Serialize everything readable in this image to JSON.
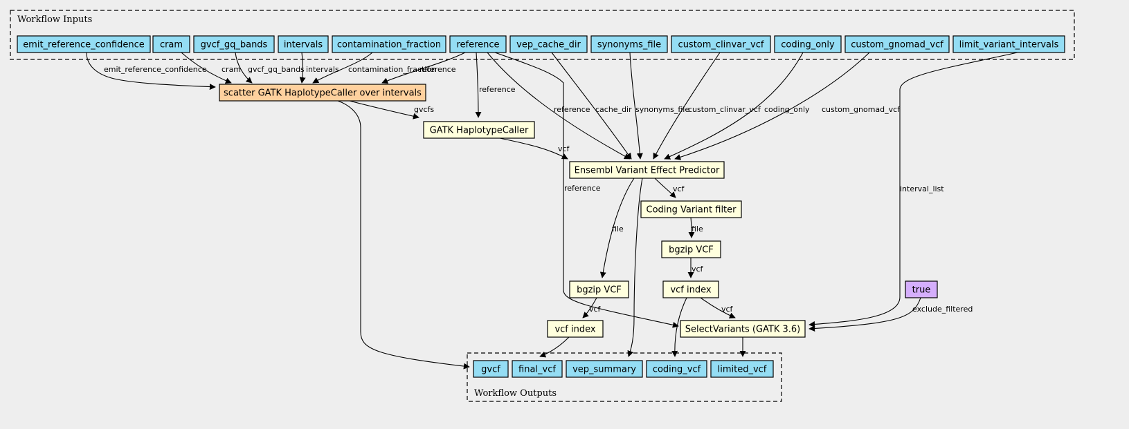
{
  "colors": {
    "background": "#eeeeee",
    "input": "#94ddf4",
    "step": "#ffffdd",
    "scatter": "#ffd19e",
    "default": "#d5aefc"
  },
  "clusters": [
    {
      "id": "inputs",
      "label": "Workflow Inputs"
    },
    {
      "id": "outputs",
      "label": "Workflow Outputs"
    }
  ],
  "nodes": [
    {
      "id": "emit_reference_confidence",
      "label": "emit_reference_confidence",
      "kind": "input"
    },
    {
      "id": "cram",
      "label": "cram",
      "kind": "input"
    },
    {
      "id": "gvcf_gq_bands",
      "label": "gvcf_gq_bands",
      "kind": "input"
    },
    {
      "id": "intervals",
      "label": "intervals",
      "kind": "input"
    },
    {
      "id": "contamination_fraction",
      "label": "contamination_fraction",
      "kind": "input"
    },
    {
      "id": "reference",
      "label": "reference",
      "kind": "input"
    },
    {
      "id": "vep_cache_dir",
      "label": "vep_cache_dir",
      "kind": "input"
    },
    {
      "id": "synonyms_file",
      "label": "synonyms_file",
      "kind": "input"
    },
    {
      "id": "custom_clinvar_vcf",
      "label": "custom_clinvar_vcf",
      "kind": "input"
    },
    {
      "id": "coding_only",
      "label": "coding_only",
      "kind": "input"
    },
    {
      "id": "custom_gnomad_vcf",
      "label": "custom_gnomad_vcf",
      "kind": "input"
    },
    {
      "id": "limit_variant_intervals",
      "label": "limit_variant_intervals",
      "kind": "input"
    },
    {
      "id": "scatter",
      "label": "scatter GATK HaplotypeCaller over intervals",
      "kind": "scatter"
    },
    {
      "id": "haplotypecaller",
      "label": "GATK HaplotypeCaller",
      "kind": "step"
    },
    {
      "id": "vep",
      "label": "Ensembl Variant Effect Predictor",
      "kind": "step"
    },
    {
      "id": "coding_filter",
      "label": "Coding Variant filter",
      "kind": "step"
    },
    {
      "id": "bgzip_coding",
      "label": "bgzip VCF",
      "kind": "step"
    },
    {
      "id": "index_coding",
      "label": "vcf index",
      "kind": "step"
    },
    {
      "id": "bgzip_final",
      "label": "bgzip VCF",
      "kind": "step"
    },
    {
      "id": "index_final",
      "label": "vcf index",
      "kind": "step"
    },
    {
      "id": "true_default",
      "label": "true",
      "kind": "default"
    },
    {
      "id": "selectvariants",
      "label": "SelectVariants (GATK 3.6)",
      "kind": "step"
    },
    {
      "id": "out_gvcf",
      "label": "gvcf",
      "kind": "input"
    },
    {
      "id": "out_final_vcf",
      "label": "final_vcf",
      "kind": "input"
    },
    {
      "id": "out_vep_summary",
      "label": "vep_summary",
      "kind": "input"
    },
    {
      "id": "out_coding_vcf",
      "label": "coding_vcf",
      "kind": "input"
    },
    {
      "id": "out_limited_vcf",
      "label": "limited_vcf",
      "kind": "input"
    }
  ],
  "edges": [
    {
      "from": "emit_reference_confidence",
      "to": "scatter",
      "label": "emit_reference_confidence"
    },
    {
      "from": "cram",
      "to": "scatter",
      "label": "cram"
    },
    {
      "from": "gvcf_gq_bands",
      "to": "scatter",
      "label": "gvcf_gq_bands"
    },
    {
      "from": "intervals",
      "to": "scatter",
      "label": "intervals"
    },
    {
      "from": "contamination_fraction",
      "to": "scatter",
      "label": "contamination_fraction"
    },
    {
      "from": "reference",
      "to": "scatter",
      "label": "reference"
    },
    {
      "from": "reference",
      "to": "haplotypecaller",
      "label": "reference"
    },
    {
      "from": "reference",
      "to": "vep",
      "label": "reference"
    },
    {
      "from": "reference",
      "to": "selectvariants",
      "label": "reference"
    },
    {
      "from": "scatter",
      "to": "haplotypecaller",
      "label": "gvcfs"
    },
    {
      "from": "scatter",
      "to": "out_gvcf",
      "label": ""
    },
    {
      "from": "vep_cache_dir",
      "to": "vep",
      "label": "cache_dir"
    },
    {
      "from": "synonyms_file",
      "to": "vep",
      "label": "synonyms_file"
    },
    {
      "from": "custom_clinvar_vcf",
      "to": "vep",
      "label": "custom_clinvar_vcf"
    },
    {
      "from": "coding_only",
      "to": "vep",
      "label": "coding_only"
    },
    {
      "from": "custom_gnomad_vcf",
      "to": "vep",
      "label": "custom_gnomad_vcf"
    },
    {
      "from": "haplotypecaller",
      "to": "vep",
      "label": "vcf"
    },
    {
      "from": "vep",
      "to": "coding_filter",
      "label": "vcf"
    },
    {
      "from": "vep",
      "to": "bgzip_final",
      "label": "file"
    },
    {
      "from": "vep",
      "to": "out_vep_summary",
      "label": ""
    },
    {
      "from": "coding_filter",
      "to": "bgzip_coding",
      "label": "file"
    },
    {
      "from": "bgzip_coding",
      "to": "index_coding",
      "label": "vcf"
    },
    {
      "from": "index_coding",
      "to": "selectvariants",
      "label": "vcf"
    },
    {
      "from": "index_coding",
      "to": "out_coding_vcf",
      "label": ""
    },
    {
      "from": "bgzip_final",
      "to": "index_final",
      "label": "vcf"
    },
    {
      "from": "index_final",
      "to": "out_final_vcf",
      "label": ""
    },
    {
      "from": "limit_variant_intervals",
      "to": "selectvariants",
      "label": "interval_list"
    },
    {
      "from": "true_default",
      "to": "selectvariants",
      "label": "exclude_filtered"
    },
    {
      "from": "selectvariants",
      "to": "out_limited_vcf",
      "label": ""
    }
  ]
}
